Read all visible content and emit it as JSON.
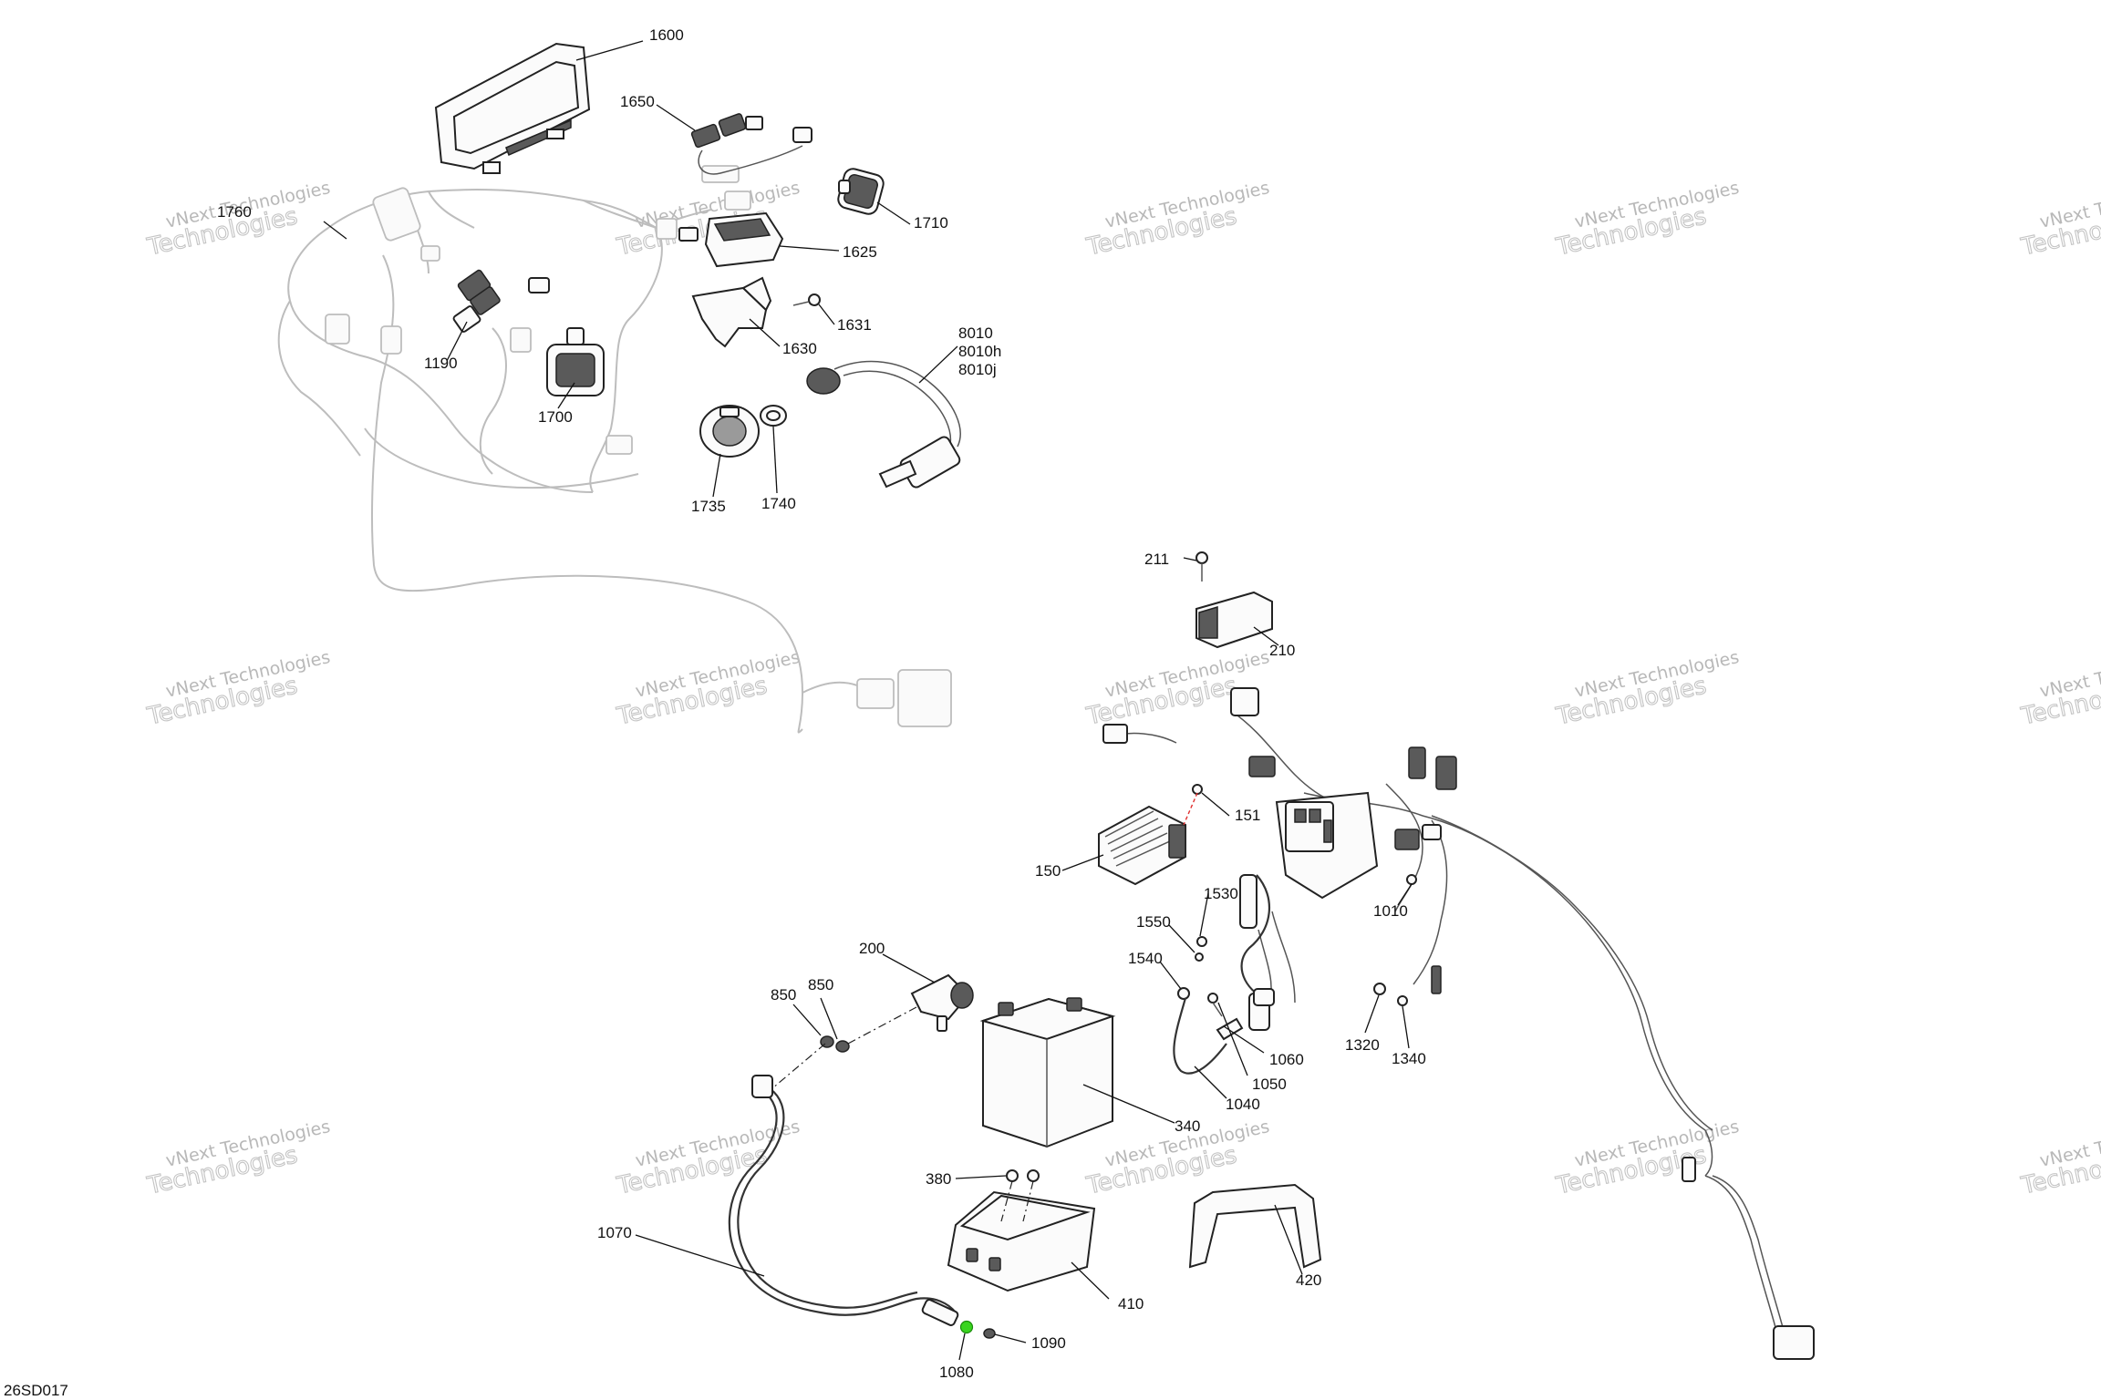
{
  "diagram": {
    "reference_code": "26SD017",
    "watermark": {
      "line1": "vNext Technologies",
      "line2": "Technologies"
    },
    "callouts": [
      {
        "id": "c1600",
        "text": "1600"
      },
      {
        "id": "c1650",
        "text": "1650"
      },
      {
        "id": "c1760",
        "text": "1760"
      },
      {
        "id": "c1710",
        "text": "1710"
      },
      {
        "id": "c1625",
        "text": "1625"
      },
      {
        "id": "c1631",
        "text": "1631"
      },
      {
        "id": "c1630",
        "text": "1630"
      },
      {
        "id": "c8010",
        "text": "8010"
      },
      {
        "id": "c8010h",
        "text": "8010h"
      },
      {
        "id": "c8010j",
        "text": "8010j"
      },
      {
        "id": "c1190",
        "text": "1190"
      },
      {
        "id": "c1700",
        "text": "1700"
      },
      {
        "id": "c1735",
        "text": "1735"
      },
      {
        "id": "c1740",
        "text": "1740"
      },
      {
        "id": "c211",
        "text": "211"
      },
      {
        "id": "c210",
        "text": "210"
      },
      {
        "id": "c151",
        "text": "151"
      },
      {
        "id": "c150",
        "text": "150"
      },
      {
        "id": "c1530",
        "text": "1530"
      },
      {
        "id": "c1550",
        "text": "1550"
      },
      {
        "id": "c1540",
        "text": "1540"
      },
      {
        "id": "c1010",
        "text": "1010"
      },
      {
        "id": "c200",
        "text": "200"
      },
      {
        "id": "c850a",
        "text": "850"
      },
      {
        "id": "c850b",
        "text": "850"
      },
      {
        "id": "c1060",
        "text": "1060"
      },
      {
        "id": "c1050",
        "text": "1050"
      },
      {
        "id": "c1040",
        "text": "1040"
      },
      {
        "id": "c1320",
        "text": "1320"
      },
      {
        "id": "c1340",
        "text": "1340"
      },
      {
        "id": "c340",
        "text": "340"
      },
      {
        "id": "c380",
        "text": "380"
      },
      {
        "id": "c1070",
        "text": "1070"
      },
      {
        "id": "c410",
        "text": "410"
      },
      {
        "id": "c420",
        "text": "420"
      },
      {
        "id": "c1090",
        "text": "1090"
      },
      {
        "id": "c1080",
        "text": "1080"
      }
    ],
    "colors": {
      "line": "#111111",
      "ghost_harness": "#bdbdbd",
      "highlight_marker": "#39d41f",
      "screw_axis": "#e03030",
      "watermark": "#b8b8b8"
    }
  }
}
